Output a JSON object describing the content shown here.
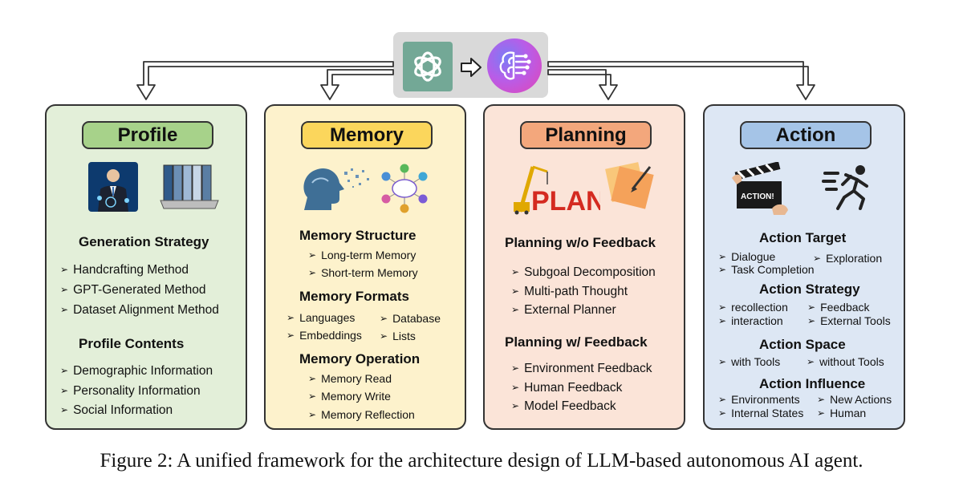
{
  "profile": {
    "title": "Profile",
    "generation_strategy": {
      "heading": "Generation Strategy",
      "items": [
        "Handcrafting Method",
        "GPT-Generated Method",
        "Dataset  Alignment Method"
      ]
    },
    "profile_contents": {
      "heading": "Profile Contents",
      "items": [
        "Demographic Information",
        "Personality Information",
        "Social Information"
      ]
    }
  },
  "memory": {
    "title": "Memory",
    "structure": {
      "heading": "Memory Structure",
      "items": [
        "Long-term Memory",
        "Short-term Memory"
      ]
    },
    "formats": {
      "heading": "Memory Formats",
      "items": [
        "Languages",
        "Database",
        "Embeddings",
        "Lists"
      ]
    },
    "operation": {
      "heading": "Memory Operation",
      "items": [
        "Memory Read",
        "Memory Write",
        "Memory Reflection"
      ]
    }
  },
  "planning": {
    "title": "Planning",
    "without_feedback": {
      "heading": "Planning w/o Feedback",
      "items": [
        "Subgoal Decomposition",
        "Multi-path Thought",
        "External Planner"
      ]
    },
    "with_feedback": {
      "heading": "Planning w/ Feedback",
      "items": [
        "Environment Feedback",
        "Human Feedback",
        "Model Feedback"
      ]
    },
    "plan_word": "PLAN"
  },
  "action": {
    "title": "Action",
    "target": {
      "heading": "Action Target",
      "items": [
        "Dialogue",
        "Exploration",
        "Task Completion"
      ]
    },
    "strategy": {
      "heading": "Action Strategy",
      "items": [
        "recollection",
        "Feedback",
        "interaction",
        "External Tools"
      ]
    },
    "space": {
      "heading": "Action Space",
      "items": [
        "with Tools",
        "without Tools"
      ]
    },
    "influence": {
      "heading": "Action Influence",
      "items": [
        "Environments",
        "New Actions",
        "Internal States",
        "Human"
      ]
    },
    "clapper_text": "ACTION!"
  },
  "caption": "Figure 2: A unified framework for the architecture design of LLM-based autonomous AI agent.",
  "colors": {
    "profile_bg": "#e3efd9",
    "profile_title": "#a7d28a",
    "memory_bg": "#fdf2cc",
    "memory_title": "#fbd65c",
    "planning_bg": "#fbe4d8",
    "planning_title": "#f3a77c",
    "action_bg": "#dde7f4",
    "action_title": "#a5c4e7"
  },
  "icons": [
    "openai-logo-icon",
    "arrow-right-icon",
    "ai-brain-icon",
    "businessman-icon",
    "binders-laptop-icon",
    "brain-particles-icon",
    "memory-types-icon",
    "crane-plan-icon",
    "sticky-notes-icon",
    "clapperboard-icon",
    "running-person-icon"
  ]
}
